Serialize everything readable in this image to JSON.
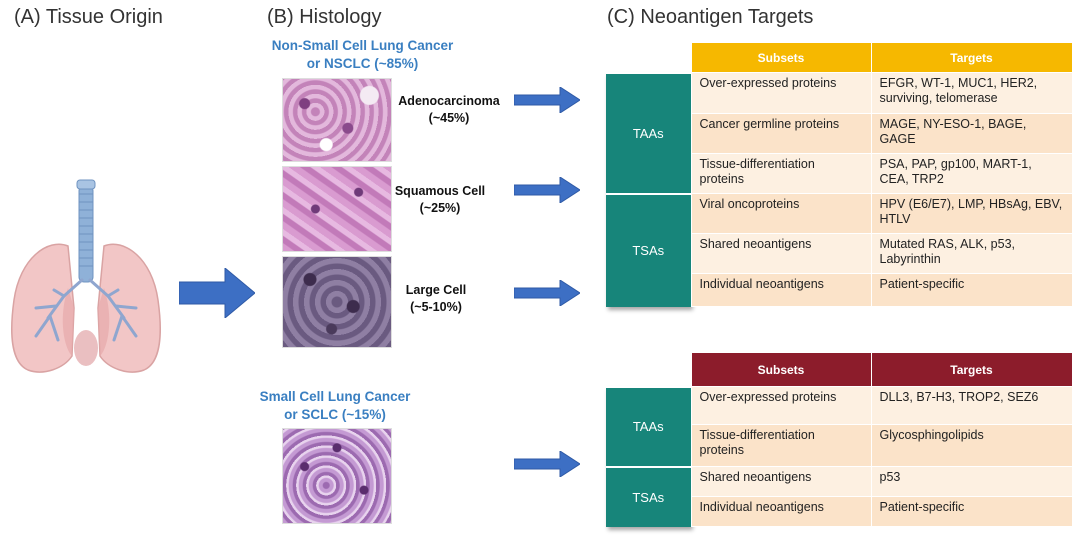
{
  "titles": {
    "a": "(A) Tissue Origin",
    "b": "(B) Histology",
    "c": "(C) Neoantigen Targets"
  },
  "histology": {
    "nsclc": "Non-Small Cell Lung Cancer or NSCLC (~85%)",
    "nsclc_line1": "Non-Small Cell Lung Cancer",
    "nsclc_line2": "or NSCLC (~85%)",
    "adeno_name": "Adenocarcinoma",
    "adeno_pct": "(~45%)",
    "squamous_name": "Squamous Cell",
    "squamous_pct": "(~25%)",
    "large_name": "Large Cell",
    "large_pct": "(~5-10%)",
    "sclc_line1": "Small Cell Lung Cancer",
    "sclc_line2": "or SCLC (~15%)"
  },
  "colors": {
    "nsclc_header": "#f6b800",
    "sclc_header": "#8c1c2b",
    "category": "#17857a",
    "row_light": "#fdf0e1",
    "row_dark": "#fbe3c9",
    "arrow": "#3d6fc4",
    "subhead": "#3a7fc1"
  },
  "tables": {
    "nsclc": {
      "header": {
        "subsets": "Subsets",
        "targets": "Targets"
      },
      "groups": [
        {
          "category": "TAAs",
          "rows": [
            {
              "subset": "Over-expressed proteins",
              "targets": "EFGR, WT-1, MUC1, HER2, surviving, telomerase"
            },
            {
              "subset": "Cancer germline proteins",
              "targets": "MAGE, NY-ESO-1, BAGE, GAGE"
            },
            {
              "subset": "Tissue-differentiation proteins",
              "targets": "PSA, PAP, gp100, MART-1, CEA, TRP2"
            }
          ]
        },
        {
          "category": "TSAs",
          "rows": [
            {
              "subset": "Viral oncoproteins",
              "targets": "HPV (E6/E7), LMP, HBsAg, EBV, HTLV"
            },
            {
              "subset": "Shared neoantigens",
              "targets": "Mutated RAS, ALK, p53, Labyrinthin"
            },
            {
              "subset": "Individual neoantigens",
              "targets": "Patient-specific"
            }
          ]
        }
      ]
    },
    "sclc": {
      "header": {
        "subsets": "Subsets",
        "targets": "Targets"
      },
      "groups": [
        {
          "category": "TAAs",
          "rows": [
            {
              "subset": "Over-expressed proteins",
              "targets": "DLL3, B7-H3, TROP2, SEZ6"
            },
            {
              "subset": "Tissue-differentiation proteins",
              "targets": "Glycosphingolipids"
            }
          ]
        },
        {
          "category": "TSAs",
          "rows": [
            {
              "subset": "Shared neoantigens",
              "targets": "p53"
            },
            {
              "subset": "Individual neoantigens",
              "targets": "Patient-specific"
            }
          ]
        }
      ]
    }
  }
}
